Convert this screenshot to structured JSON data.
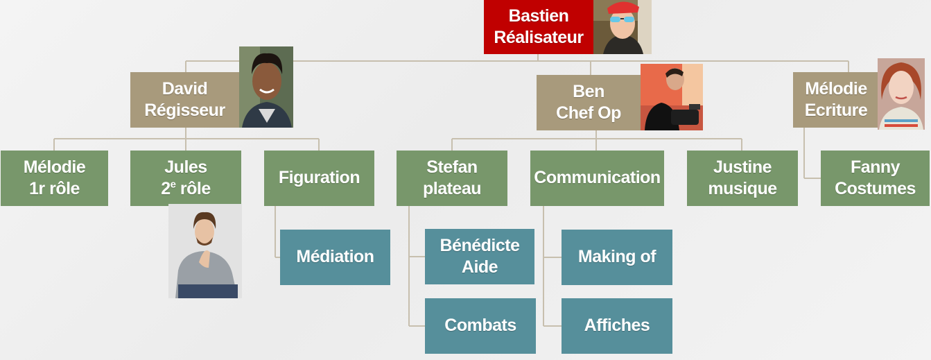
{
  "colors": {
    "director": "#c00000",
    "head": "#a89a7c",
    "member": "#78976b",
    "task": "#568f9b",
    "connector": "#c7bfae"
  },
  "root": {
    "line1": "Bastien",
    "line2": "Réalisateur",
    "photo": "bastien-photo"
  },
  "heads": {
    "david": {
      "line1": "David",
      "line2": "Régisseur",
      "photo": "david-photo"
    },
    "ben": {
      "line1": "Ben",
      "line2": "Chef Op",
      "photo": "ben-photo"
    },
    "melodie": {
      "line1": "Mélodie",
      "line2": "Ecriture",
      "photo": "melodie-photo"
    }
  },
  "members": {
    "melodie": {
      "line1": "Mélodie",
      "line2": "1r rôle"
    },
    "jules": {
      "line1": "Jules",
      "line2_main": "2",
      "line2_sup": "e",
      "line2_rest": " rôle",
      "photo": "jules-photo"
    },
    "figuration": {
      "line1": "Figuration"
    },
    "stefan": {
      "line1": "Stefan",
      "line2": "plateau"
    },
    "communication": {
      "line1": "Communication"
    },
    "justine": {
      "line1": "Justine",
      "line2": "musique"
    },
    "fanny": {
      "line1": "Fanny",
      "line2": "Costumes"
    }
  },
  "tasks": {
    "mediation": {
      "line1": "Médiation"
    },
    "benedicte": {
      "line1": "Bénédicte",
      "line2": "Aide"
    },
    "combats": {
      "line1": "Combats"
    },
    "making_of": {
      "line1": "Making of"
    },
    "affiches": {
      "line1": "Affiches"
    }
  }
}
